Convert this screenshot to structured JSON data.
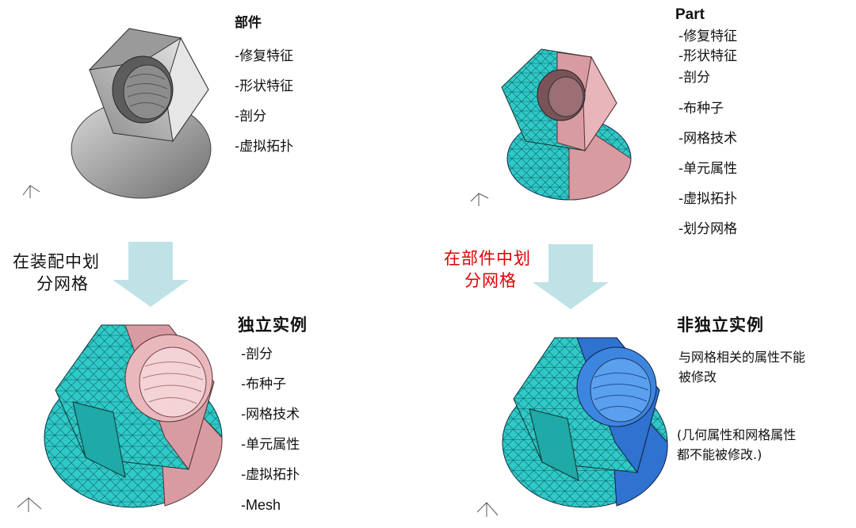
{
  "top_left": {
    "title": "部件",
    "items": [
      "-修复特征",
      "-形状特征",
      "-剖分",
      "-虚拟拓扑"
    ]
  },
  "top_right": {
    "title": "Part",
    "items": [
      "-修复特征",
      "-形状特征",
      "-剖分",
      "-布种子",
      "-网格技术",
      "-单元属性",
      "-虚拟拓扑",
      "-划分网格"
    ]
  },
  "arrow_left": {
    "line1": "在装配中划",
    "line2": "分网格",
    "color": "#222222"
  },
  "arrow_right": {
    "line1": "在部件中划",
    "line2": "分网格",
    "color": "#e00000"
  },
  "bottom_left": {
    "title": "独立实例",
    "items": [
      "-剖分",
      "-布种子",
      "-网格技术",
      "-单元属性",
      "-虚拟拓扑",
      "-Mesh"
    ]
  },
  "bottom_right": {
    "title": "非独立实例",
    "note1": [
      "与网格相关的属性不能",
      "被修改"
    ],
    "note2": [
      "(几何属性和网格属性",
      "都不能被修改.)"
    ]
  },
  "colors": {
    "arrow_fill": "#bfe2e6",
    "mesh_cyan": "#2fc9c7",
    "pink": "#d99ba2",
    "blue": "#2f72d0",
    "grey": "#a8a8a8"
  }
}
